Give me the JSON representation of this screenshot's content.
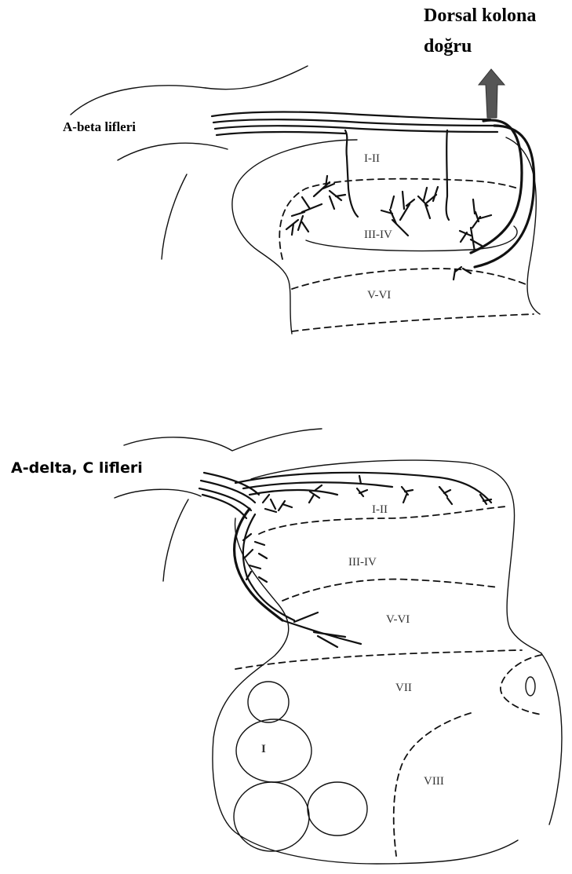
{
  "labels": {
    "dorsal_line1": "Dorsal kolona",
    "dorsal_line2": "doğru",
    "a_beta": "A-beta lifleri",
    "a_delta_c": "A-delta, C lifleri"
  },
  "top_laminae": {
    "l1": "I-II",
    "l2": "III-IV",
    "l3": "V-VI"
  },
  "bottom_laminae": {
    "l1": "I-II",
    "l2": "III-IV",
    "l3": "V-VI",
    "l4": "VII",
    "l5": "I",
    "l6": "VIII"
  },
  "colors": {
    "arrow": "#555555",
    "ink": "#111111"
  }
}
